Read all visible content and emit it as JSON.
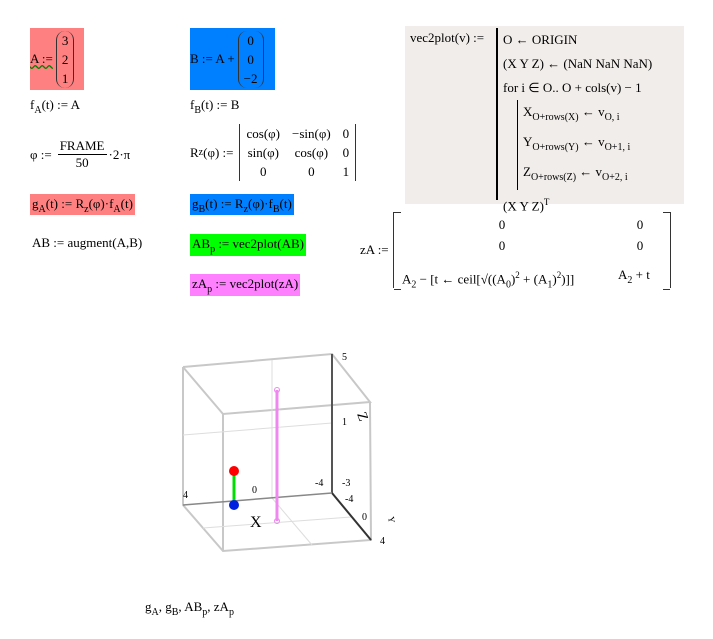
{
  "colors": {
    "a": "#ff8080",
    "b": "#0080ff",
    "abp": "#00ff00",
    "zap": "#ff80ff",
    "program_bg": "#f1edea"
  },
  "defs": {
    "A_lhs": "A :=",
    "A_vec": [
      "3",
      "2",
      "1"
    ],
    "B_lhs": "B := A +",
    "B_vec": [
      "0",
      "0",
      "−2"
    ],
    "fA": "f",
    "fA_sub": "A",
    "fA_rhs": "(t) := A",
    "fB": "f",
    "fB_sub": "B",
    "fB_rhs": "(t) := B",
    "phi_lhs": "φ :=",
    "phi_num": "FRAME",
    "phi_den": "50",
    "phi_tail": "·2·π",
    "Rz_lhs": "R",
    "Rz_sub": "z",
    "Rz_args": "(φ) :=",
    "Rz_matrix": [
      [
        "cos(φ)",
        "−sin(φ)",
        "0"
      ],
      [
        "sin(φ)",
        "cos(φ)",
        "0"
      ],
      [
        "0",
        "0",
        "1"
      ]
    ],
    "gA": "g",
    "gA_sub": "A",
    "gA_rhs": "(t) := R",
    "gA_rz_sub": "z",
    "gA_tail": "(φ)·f",
    "gA_f_sub": "A",
    "gA_end": "(t)",
    "gB": "g",
    "gB_sub": "B",
    "gB_rhs": "(t) := R",
    "gB_rz_sub": "z",
    "gB_tail": "(φ)·f",
    "gB_f_sub": "B",
    "gB_end": "(t)",
    "AB": "AB := augment(A,B)",
    "ABp": "AB",
    "ABp_sub": "p",
    "ABp_rhs": " := vec2plot(AB)",
    "zAp": "zA",
    "zAp_sub": "p",
    "zAp_rhs": " := vec2plot(zA)"
  },
  "program": {
    "lhs": "vec2plot(v) :=",
    "l1": "O ← ORIGIN",
    "l2": "(X  Y  Z) ← (NaN  NaN  NaN)",
    "l3": "for  i ∈ O.. O + cols(v) − 1",
    "x": "X",
    "x_sub": "O+rows(X)",
    "x_rhs": " ← v",
    "x_rsub": "O, i",
    "y": "Y",
    "y_sub": "O+rows(Y)",
    "y_rhs": " ← v",
    "y_rsub": "O+1, i",
    "z": "Z",
    "z_sub": "O+rows(Z)",
    "z_rhs": " ← v",
    "z_rsub": "O+2, i",
    "last": "(X  Y  Z)",
    "last_sup": "T"
  },
  "zA": {
    "lhs": "zA :=",
    "r1": [
      "0",
      "0"
    ],
    "r2": [
      "0",
      "0"
    ],
    "r3a": "A",
    "r3a_sub": "2",
    "r3b": " − [t ← ceil[√((A",
    "r3c": "0",
    "r3d": ")",
    "r3e": "2",
    "r3f": " + (A",
    "r3g": "1",
    "r3h": ")",
    "r3i": "2",
    "r3j": ")]]",
    "r3_col2": "A",
    "r3_col2_sub": "2",
    "r3_col2_tail": " + t"
  },
  "plot": {
    "z_ticks": [
      "5",
      "1",
      "-3"
    ],
    "y_ticks": [
      "-4",
      "0",
      "4"
    ],
    "x_ticks": [
      "4",
      "0",
      "-4"
    ],
    "x_label": "X",
    "z_label": "Z",
    "y_label": "Y",
    "legend": "g",
    "legend_parts": [
      [
        "g",
        "A"
      ],
      [
        "g",
        "B"
      ],
      [
        "AB",
        "p"
      ],
      [
        "zA",
        "p"
      ]
    ]
  }
}
